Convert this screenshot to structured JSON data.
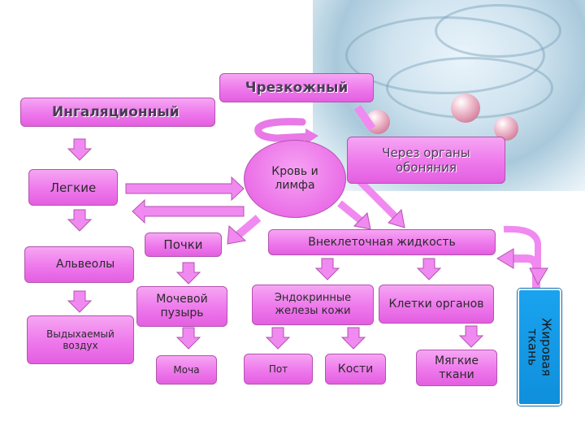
{
  "nodes": {
    "transdermal": "Чрезкожный",
    "inhalation": "Ингаляционный",
    "lungs": "Легкие",
    "blood_lymph": "Кровь и лимфа",
    "olfactory": "Через органы обоняния",
    "kidneys": "Почки",
    "extracellular": "Внеклеточная жидкость",
    "alveoli": "Альвеолы",
    "bladder": "Мочевой пузырь",
    "skin_glands": "Эндокринные железы кожи",
    "organ_cells": "Клетки органов",
    "exhaled_air": "Выдыхаемый воздух",
    "urine": "Моча",
    "sweat": "Пот",
    "bones": "Кости",
    "soft_tissue": "Мягкие ткани",
    "fat_tissue": "Жировая ткань"
  },
  "colors": {
    "box": "#ee78ec",
    "fat": "#1aa3ef",
    "arrow_fill": "#f08af0",
    "arrow_edge": "#b452b0"
  },
  "icons": [
    "pearl-icon",
    "splash-image",
    "arrow-icon"
  ]
}
